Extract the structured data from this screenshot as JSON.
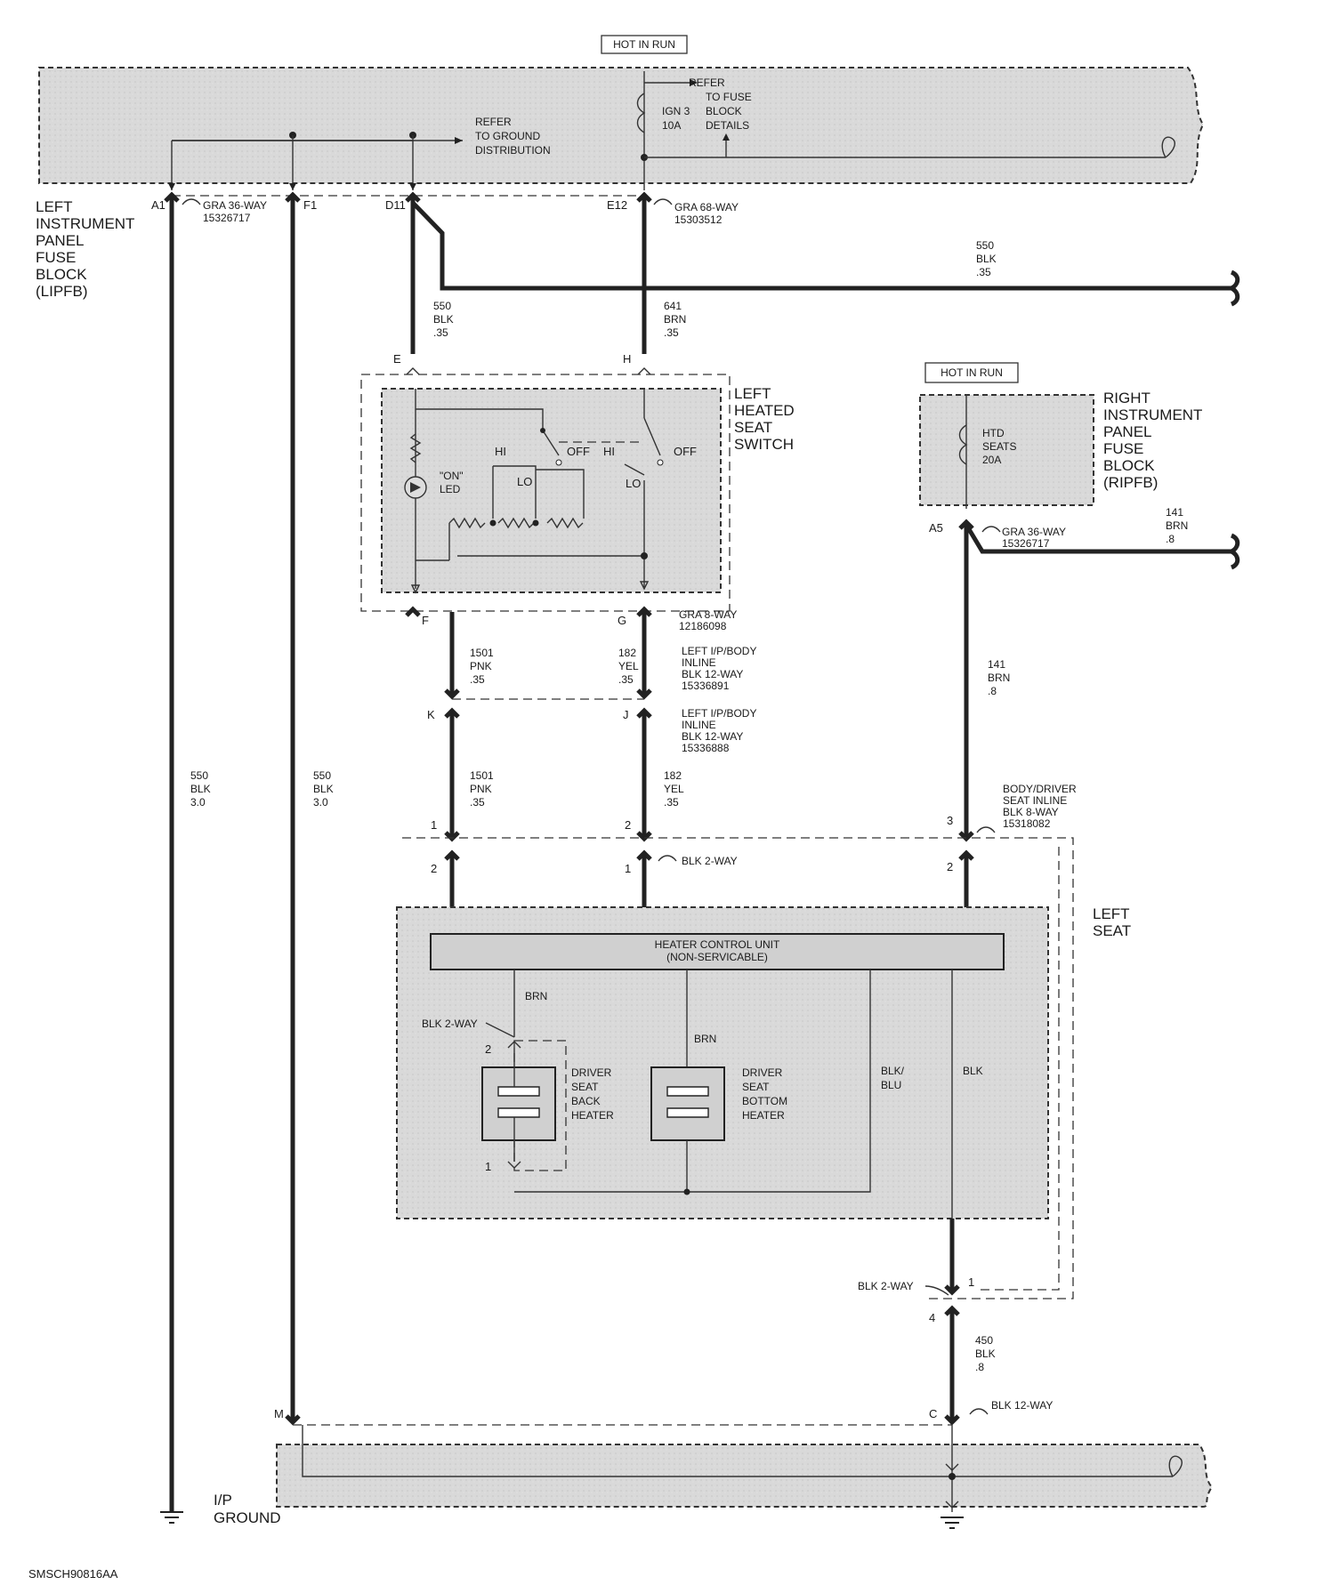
{
  "hot_run_top": "HOT IN RUN",
  "hot_run_right": "HOT IN RUN",
  "refer_fuse": [
    "REFER",
    "TO FUSE",
    "BLOCK",
    "DETAILS"
  ],
  "refer_ground": [
    "REFER",
    "TO GROUND",
    "DISTRIBUTION"
  ],
  "fuse_ign": [
    "IGN 3",
    "10A"
  ],
  "lipfb": [
    "LEFT",
    "INSTRUMENT",
    "PANEL",
    "FUSE",
    "BLOCK",
    "(LIPFB)"
  ],
  "ripfb": [
    "RIGHT",
    "INSTRUMENT",
    "PANEL",
    "FUSE",
    "BLOCK",
    "(RIPFB)"
  ],
  "htd_fuse": [
    "HTD",
    "SEATS",
    "20A"
  ],
  "conn_gra36": [
    "GRA 36-WAY",
    "15326717"
  ],
  "conn_gra68": [
    "GRA 68-WAY",
    "15303512"
  ],
  "conn_gra36b": [
    "GRA 36-WAY",
    "15326717"
  ],
  "conn_gra8": [
    "GRA 8-WAY",
    "12186098"
  ],
  "conn_lip1": [
    "LEFT I/P/BODY",
    "INLINE",
    "BLK 12-WAY",
    "15336891"
  ],
  "conn_lip2": [
    "LEFT I/P/BODY",
    "INLINE",
    "BLK 12-WAY",
    "15336888"
  ],
  "conn_body": [
    "BODY/DRIVER",
    "SEAT INLINE",
    "BLK 8-WAY",
    "15318082"
  ],
  "conn_blk2": "BLK 2-WAY",
  "conn_blk2b": "BLK 2-WAY",
  "conn_blk2c": "BLK 2-WAY",
  "conn_blk12": "BLK 12-WAY",
  "pins": {
    "a1": "A1",
    "f1": "F1",
    "d11": "D11",
    "e12": "E12",
    "e": "E",
    "h": "H",
    "f": "F",
    "g": "G",
    "k": "K",
    "j": "J",
    "a5": "A5",
    "m": "M",
    "c": "C",
    "p1": "1",
    "p2": "2",
    "p3": "3",
    "q2": "2",
    "q1": "1",
    "q2b": "2",
    "s2": "2",
    "s1": "1",
    "t1": "1",
    "t4": "4"
  },
  "wires": {
    "w550top": [
      "550",
      "BLK",
      ".35"
    ],
    "w550a": [
      "550",
      "BLK",
      ".35"
    ],
    "w641": [
      "641",
      "BRN",
      ".35"
    ],
    "w1501a": [
      "1501",
      "PNK",
      ".35"
    ],
    "w182a": [
      "182",
      "YEL",
      ".35"
    ],
    "w1501b": [
      "1501",
      "PNK",
      ".35"
    ],
    "w182b": [
      "182",
      "YEL",
      ".35"
    ],
    "w141a": [
      "141",
      "BRN",
      ".8"
    ],
    "w141b": [
      "141",
      "BRN",
      ".8"
    ],
    "w550c": [
      "550",
      "BLK",
      "3.0"
    ],
    "w550d": [
      "550",
      "BLK",
      "3.0"
    ],
    "w450": [
      "450",
      "BLK",
      ".8"
    ]
  },
  "switch": {
    "title": [
      "LEFT",
      "HEATED",
      "SEAT",
      "SWITCH"
    ],
    "hi1": "HI",
    "lo1": "LO",
    "off1": "OFF",
    "hi2": "HI",
    "lo2": "LO",
    "off2": "OFF",
    "on_led": [
      "\"ON\"",
      "LED"
    ]
  },
  "left_seat": [
    "LEFT",
    "SEAT"
  ],
  "hcu": [
    "HEATER CONTROL UNIT",
    "(NON-SERVICABLE)"
  ],
  "inner": {
    "brn1": "BRN",
    "brn2": "BRN",
    "blkblu": [
      "BLK/",
      "BLU"
    ],
    "blk": "BLK"
  },
  "back_heater": [
    "DRIVER",
    "SEAT",
    "BACK",
    "HEATER"
  ],
  "bottom_heater": [
    "DRIVER",
    "SEAT",
    "BOTTOM",
    "HEATER"
  ],
  "ip_ground": [
    "I/P",
    "GROUND"
  ],
  "code": "SMSCH90816AA"
}
